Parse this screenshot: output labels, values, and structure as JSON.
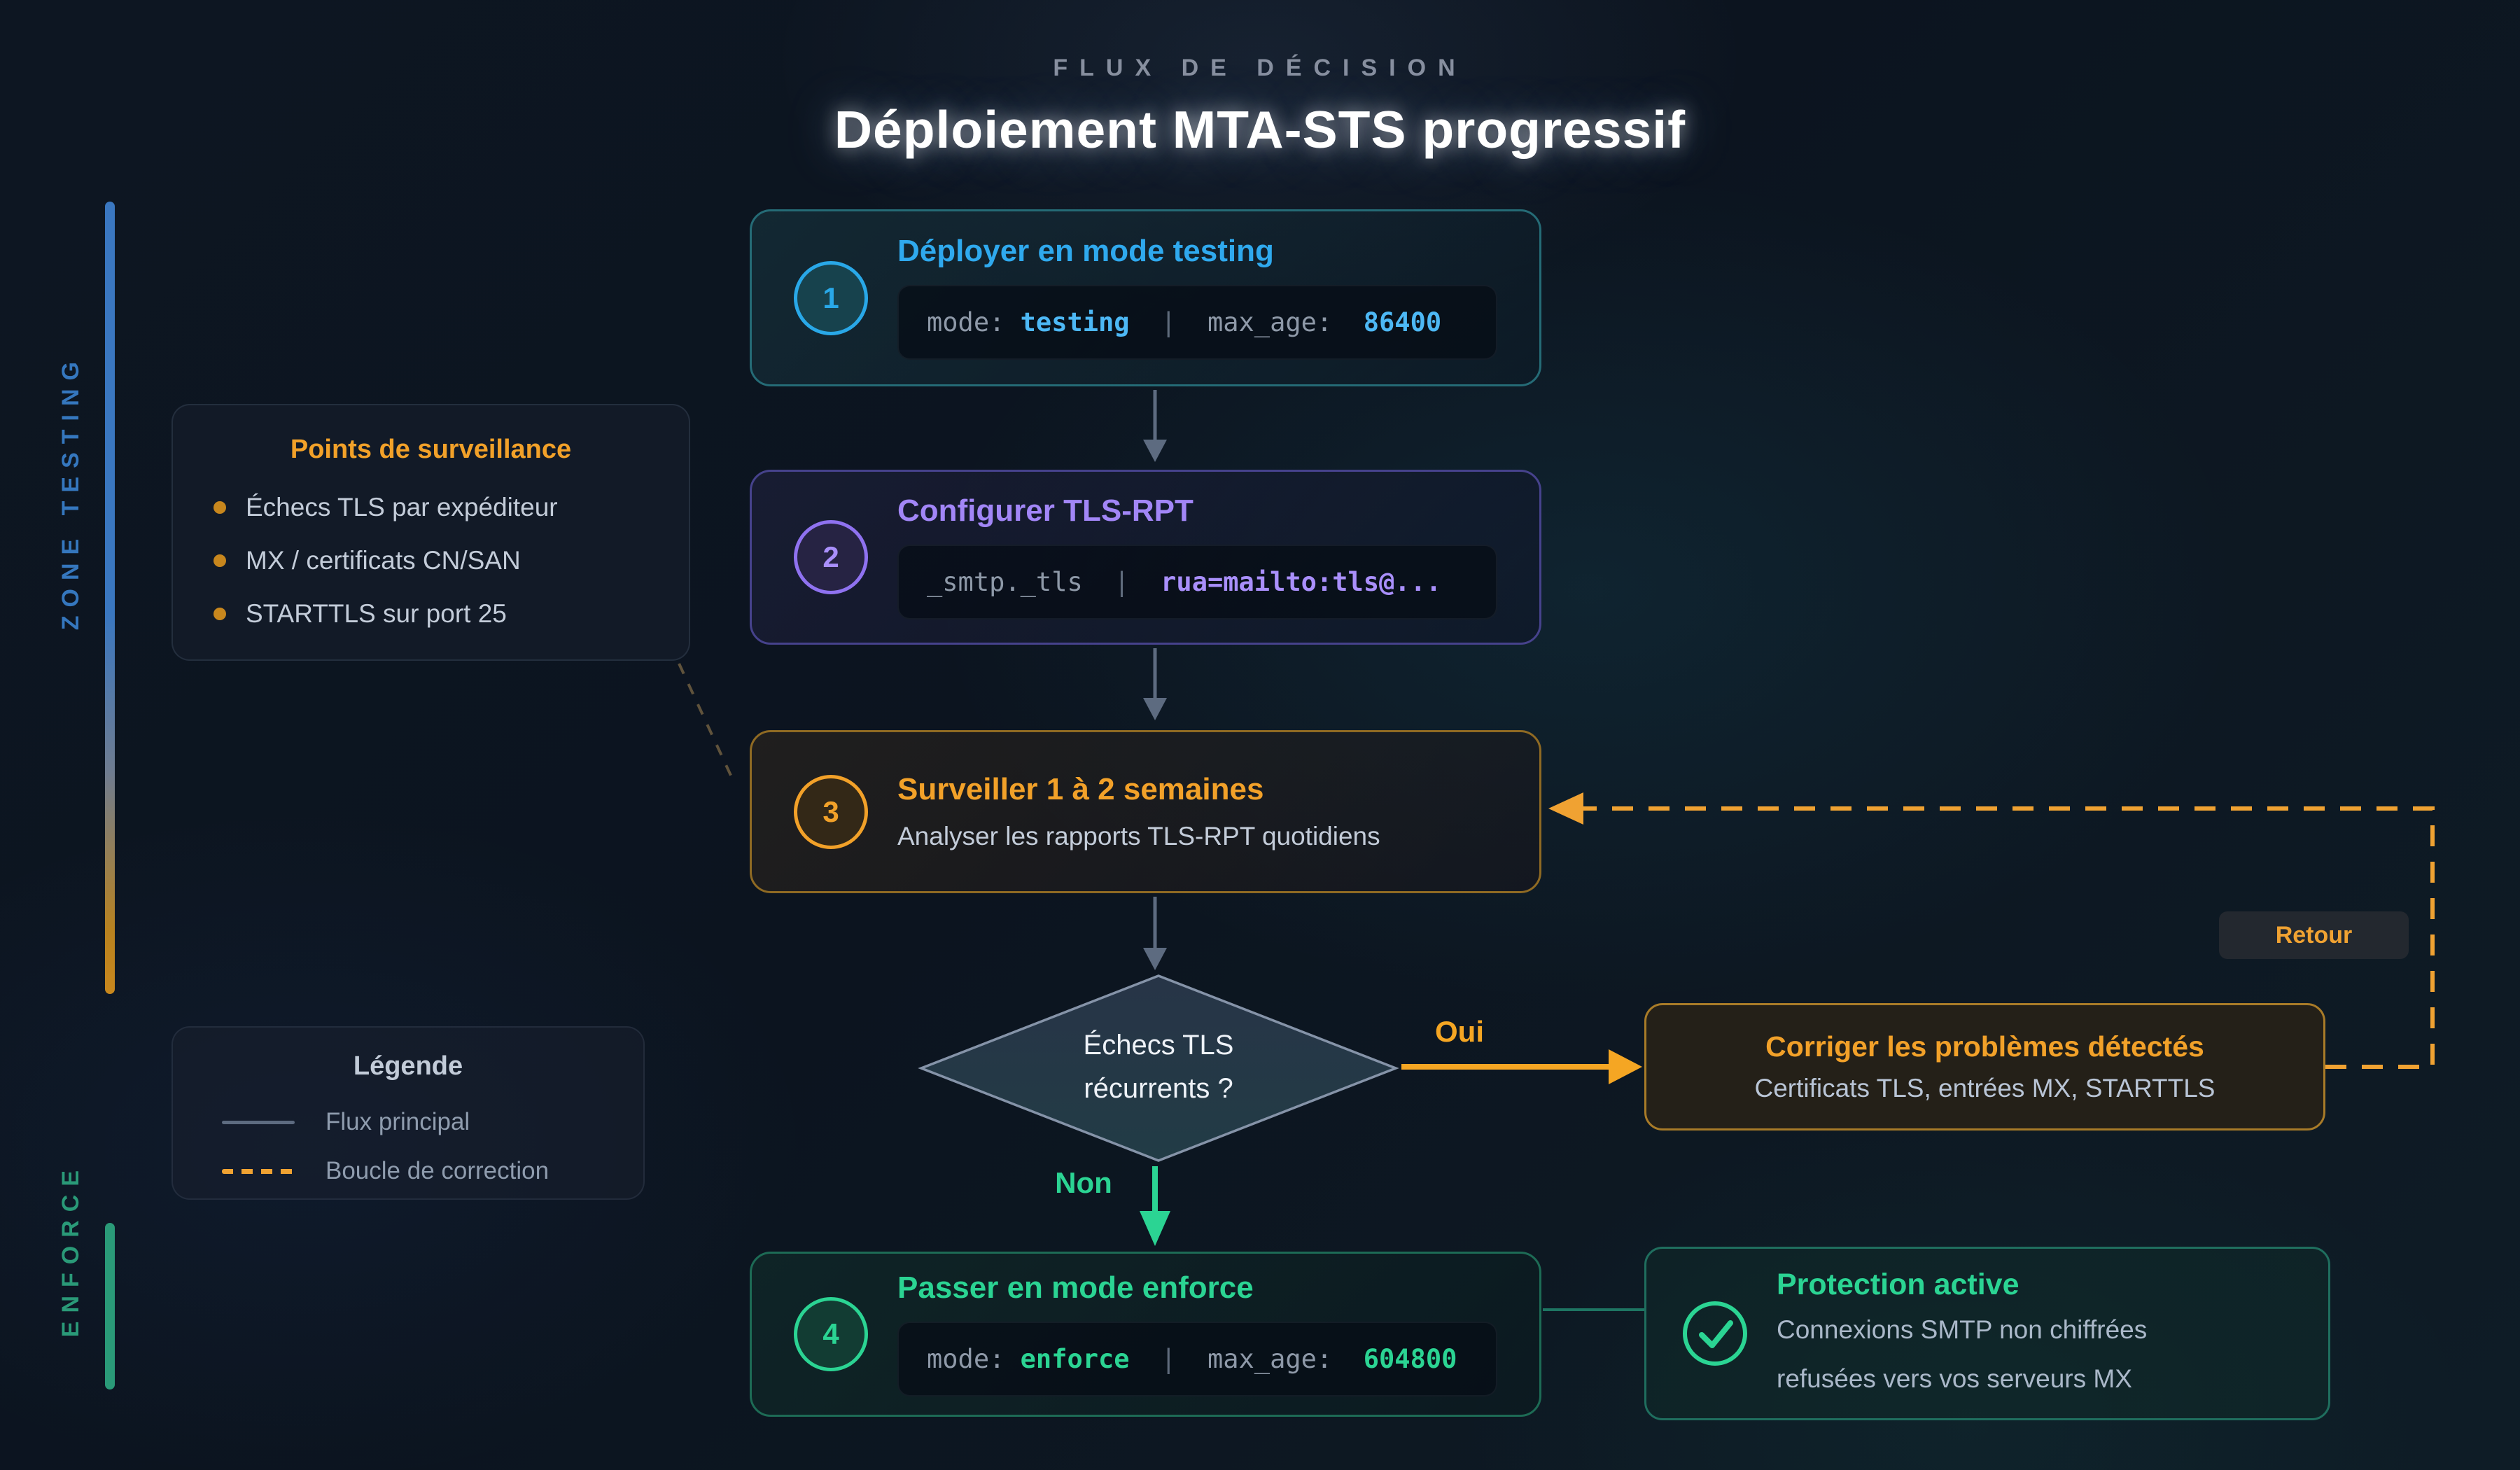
{
  "header": {
    "eyebrow": "FLUX DE DÉCISION",
    "title": "Déploiement MTA-STS progressif"
  },
  "zones": {
    "testing": "ZONE TESTING",
    "enforce": "ENFORCE"
  },
  "steps": [
    {
      "number": "1",
      "title": "Déployer en mode testing",
      "code": [
        {
          "text": "mode: "
        },
        {
          "text": "testing"
        },
        {
          "text": "  |  "
        },
        {
          "text": "max_age:  "
        },
        {
          "text": "86400"
        }
      ]
    },
    {
      "number": "2",
      "title": "Configurer TLS-RPT",
      "code": [
        {
          "text": "_smtp._tls "
        },
        {
          "text": " |  "
        },
        {
          "text": "rua=mailto:tls@..."
        }
      ]
    },
    {
      "number": "3",
      "title": "Surveiller 1 à 2 semaines",
      "subtitle": "Analyser les rapports TLS-RPT quotidiens"
    },
    {
      "number": "4",
      "title": "Passer en mode enforce",
      "code": [
        {
          "text": "mode: "
        },
        {
          "text": "enforce"
        },
        {
          "text": "  |  "
        },
        {
          "text": "max_age:  "
        },
        {
          "text": "604800"
        }
      ]
    }
  ],
  "watchlist": {
    "title": "Points de surveillance",
    "items": [
      "Échecs TLS par expéditeur",
      "MX / certificats CN/SAN",
      "STARTTLS sur port 25"
    ]
  },
  "legend": {
    "title": "Légende",
    "items": [
      {
        "label": "Flux principal",
        "style": "solid"
      },
      {
        "label": "Boucle de correction",
        "style": "dashed"
      }
    ]
  },
  "decision": {
    "line1": "Échecs TLS",
    "line2": "récurrents ?",
    "yes_label": "Oui",
    "no_label": "Non"
  },
  "fix_box": {
    "title": "Corriger les problèmes détectés",
    "subtitle": "Certificats TLS, entrées MX, STARTTLS"
  },
  "back_button": {
    "label": "Retour"
  },
  "result_box": {
    "title": "Protection active",
    "line1": "Connexions SMTP non chiffrées",
    "line2": "refusées vers vos serveurs MX"
  },
  "colors": {
    "testing_accent": "#2fa9ee",
    "rpt_accent": "#a286f7",
    "monitor_accent": "#f2a129",
    "enforce_accent": "#2bd493",
    "flow_line": "#5d6b80",
    "loop_dashed": "#f0a232",
    "zone_testing_label": "#3577be",
    "zone_enforce_label": "#2a9a78"
  }
}
